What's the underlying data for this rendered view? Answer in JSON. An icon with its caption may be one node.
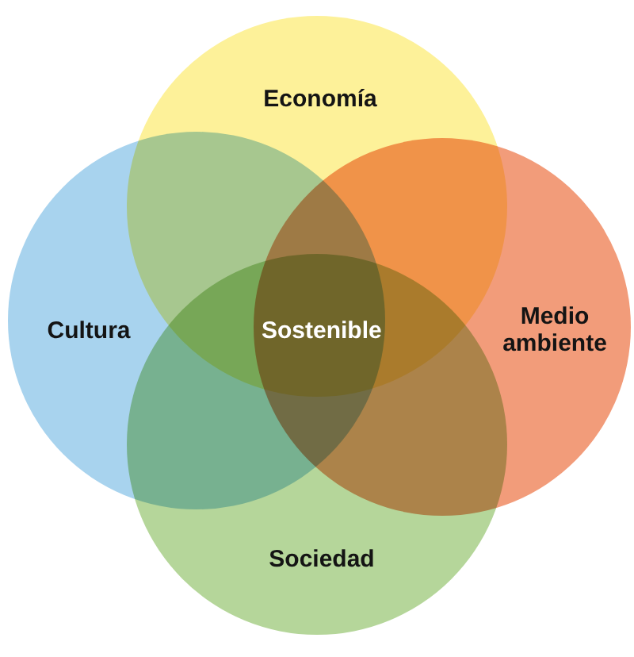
{
  "diagram": {
    "nodes": [
      {
        "text": [
          "Economía"
        ]
      },
      {
        "text": [
          "Cultura"
        ]
      },
      {
        "text": [
          "Medio ambiente"
        ]
      },
      {
        "text": [
          "Sociedad"
        ]
      }
    ],
    "labels": [
      "Sostenible"
    ]
  }
}
